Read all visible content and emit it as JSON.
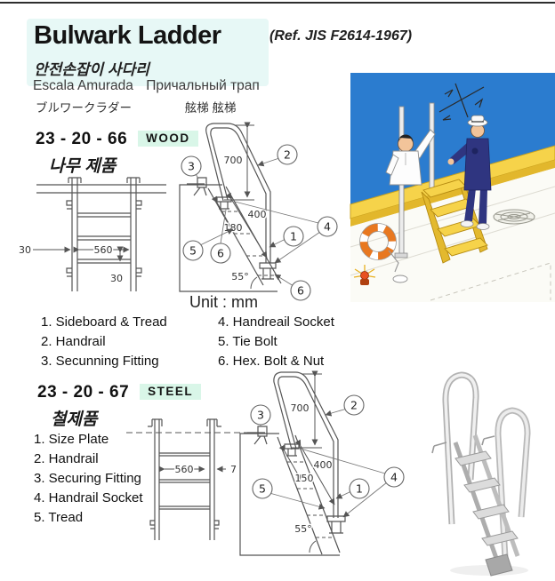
{
  "header": {
    "title": "Bulwark Ladder",
    "ref": "(Ref. JIS F2614-1967)",
    "subtitle_korean": "안전손잡이 사다리",
    "name_spanish": "Escala Amurada",
    "name_russian": "Причальный трап",
    "name_japanese": "ブルワークラダー",
    "name_chinese": "舷梯 舷梯"
  },
  "wood": {
    "part_no": "23 - 20 - 66",
    "material": "WOOD",
    "label_korean": "나무 제품",
    "unit": "Unit : mm",
    "parts": [
      "1. Sideboard & Tread",
      "2. Handrail",
      "3. Secunning Fitting",
      "4. Handreail Socket",
      "5. Tie Bolt",
      "6. Hex. Bolt & Nut"
    ],
    "front_dims": {
      "rail": "30",
      "width": "560",
      "step": "30"
    },
    "side_dims": {
      "handrail_height": "700",
      "length": "400",
      "tread_space": "180",
      "angle": "55°"
    },
    "callouts": {
      "c1": "1",
      "c2": "2",
      "c3": "3",
      "c4": "4",
      "c5": "5",
      "c6": "6"
    }
  },
  "steel": {
    "part_no": "23 - 20 - 67",
    "material": "STEEL",
    "label_korean": "철제품",
    "parts": [
      "1. Size Plate",
      "2. Handrail",
      "3. Securing Fitting",
      "4. Handrail Socket",
      "5. Tread"
    ],
    "front_dims": {
      "width": "560",
      "thickness": "7"
    },
    "side_dims": {
      "handrail_height": "700",
      "length": "400",
      "tread_space": "150",
      "angle": "55°"
    },
    "callouts": {
      "c1": "1",
      "c2": "2",
      "c3": "3",
      "c4": "4",
      "c5": "5"
    }
  },
  "colors": {
    "highlight": "#e7f8f6",
    "badge_bg": "#d9f6e8",
    "sea_blue": "#2b7ccf",
    "ladder_yellow": "#f6d34a",
    "ring_orange": "#e87820"
  }
}
